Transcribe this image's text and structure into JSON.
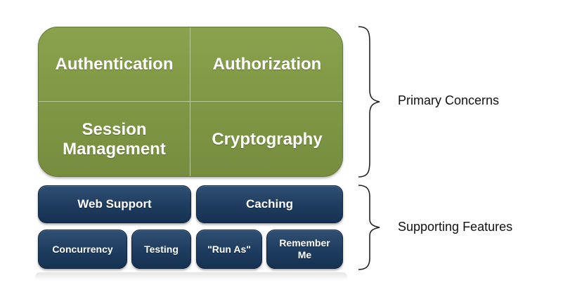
{
  "diagram": {
    "primary": {
      "cells": [
        {
          "label": "Authentication"
        },
        {
          "label": "Authorization"
        },
        {
          "label": "Session\nManagement"
        },
        {
          "label": "Cryptography"
        }
      ],
      "group_label": "Primary Concerns",
      "color": "#7f9845"
    },
    "supporting": {
      "row1": [
        {
          "label": "Web Support"
        },
        {
          "label": "Caching"
        }
      ],
      "row2": [
        {
          "label": "Concurrency"
        },
        {
          "label": "Testing"
        },
        {
          "label": "\"Run As\""
        },
        {
          "label": "Remember\nMe"
        }
      ],
      "group_label": "Supporting Features",
      "color": "#1e3c5f"
    }
  }
}
